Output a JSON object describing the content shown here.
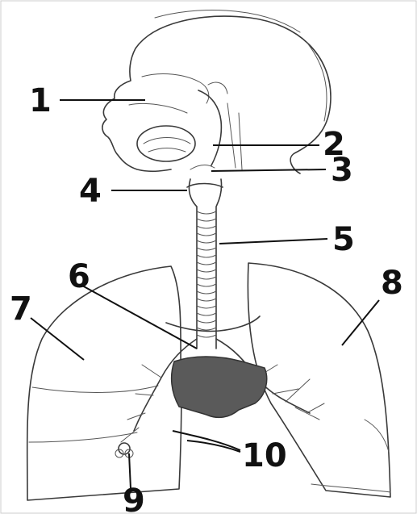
{
  "diagram": {
    "labels": [
      {
        "id": "label-1",
        "text": "1"
      },
      {
        "id": "label-2",
        "text": "2"
      },
      {
        "id": "label-3",
        "text": "3"
      },
      {
        "id": "label-4",
        "text": "4"
      },
      {
        "id": "label-5",
        "text": "5"
      },
      {
        "id": "label-6",
        "text": "6"
      },
      {
        "id": "label-7",
        "text": "7"
      },
      {
        "id": "label-8",
        "text": "8"
      },
      {
        "id": "label-9",
        "text": "9"
      },
      {
        "id": "label-10",
        "text": "10"
      }
    ]
  },
  "colors": {
    "background": "#ffffff",
    "line": "#3a3a3a",
    "label": "#111111",
    "heart_fill": "#5a5a5a"
  },
  "icons": {
    "figure": "respiratory-system-illustration"
  }
}
